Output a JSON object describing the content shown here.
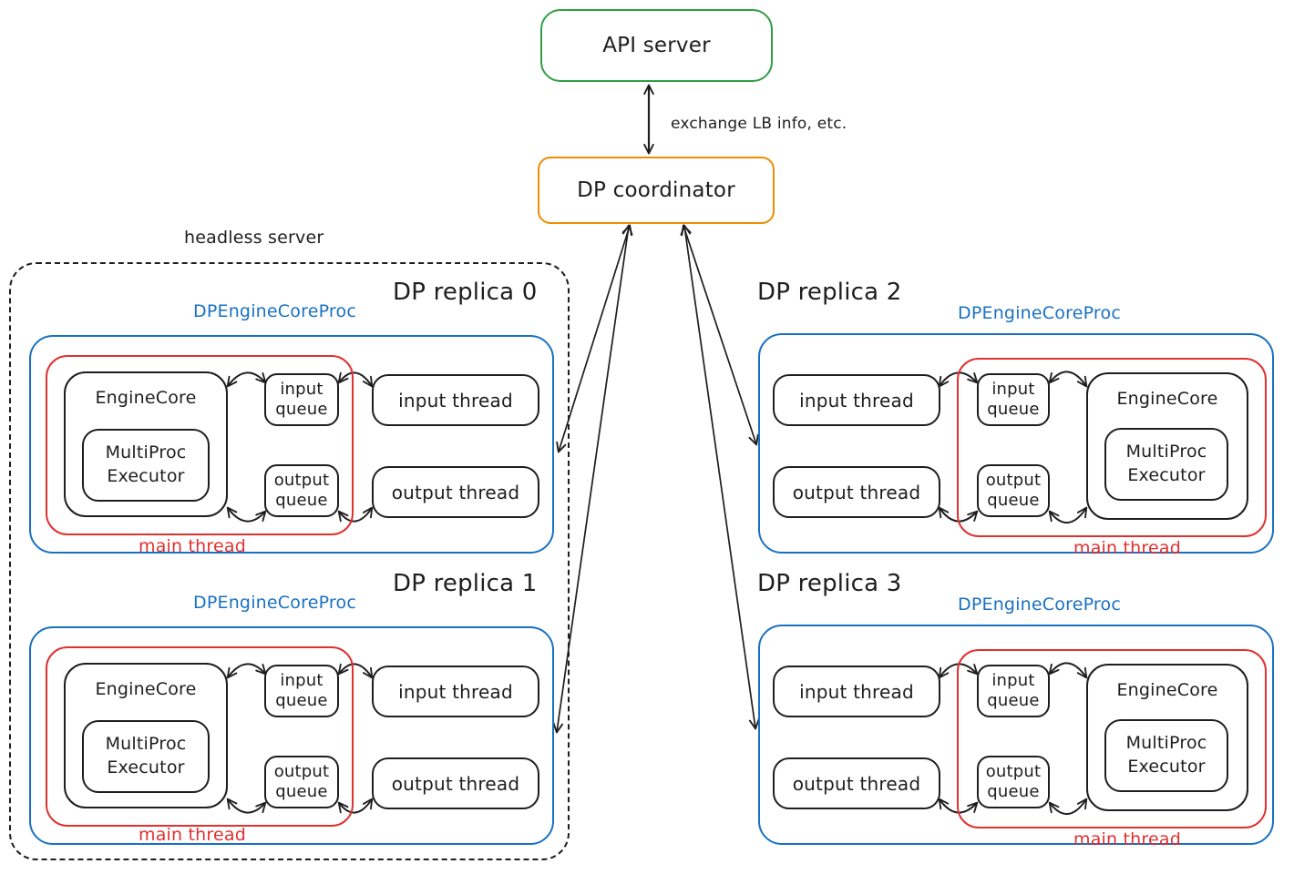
{
  "colors": {
    "green": "#2f9e44",
    "orange": "#f08c00",
    "blue": "#1971c2",
    "red": "#e03131",
    "ink": "#1e1e1e"
  },
  "top": {
    "api_server": "API server",
    "coordinator": "DP coordinator",
    "exchange_note": "exchange LB info, etc."
  },
  "headless": {
    "label": "headless server"
  },
  "replicas": [
    {
      "title": "DP replica 0",
      "proc": "DPEngineCoreProc",
      "engine_core": "EngineCore",
      "executor": "MultiProc Executor",
      "input_queue": "input queue",
      "output_queue": "output queue",
      "input_thread": "input thread",
      "output_thread": "output thread",
      "main_thread": "main thread"
    },
    {
      "title": "DP replica 1",
      "proc": "DPEngineCoreProc",
      "engine_core": "EngineCore",
      "executor": "MultiProc Executor",
      "input_queue": "input queue",
      "output_queue": "output queue",
      "input_thread": "input thread",
      "output_thread": "output thread",
      "main_thread": "main thread"
    },
    {
      "title": "DP replica 2",
      "proc": "DPEngineCoreProc",
      "engine_core": "EngineCore",
      "executor": "MultiProc Executor",
      "input_queue": "input queue",
      "output_queue": "output queue",
      "input_thread": "input thread",
      "output_thread": "output thread",
      "main_thread": "main thread"
    },
    {
      "title": "DP replica 3",
      "proc": "DPEngineCoreProc",
      "engine_core": "EngineCore",
      "executor": "MultiProc Executor",
      "input_queue": "input queue",
      "output_queue": "output queue",
      "input_thread": "input thread",
      "output_thread": "output thread",
      "main_thread": "main thread"
    }
  ]
}
